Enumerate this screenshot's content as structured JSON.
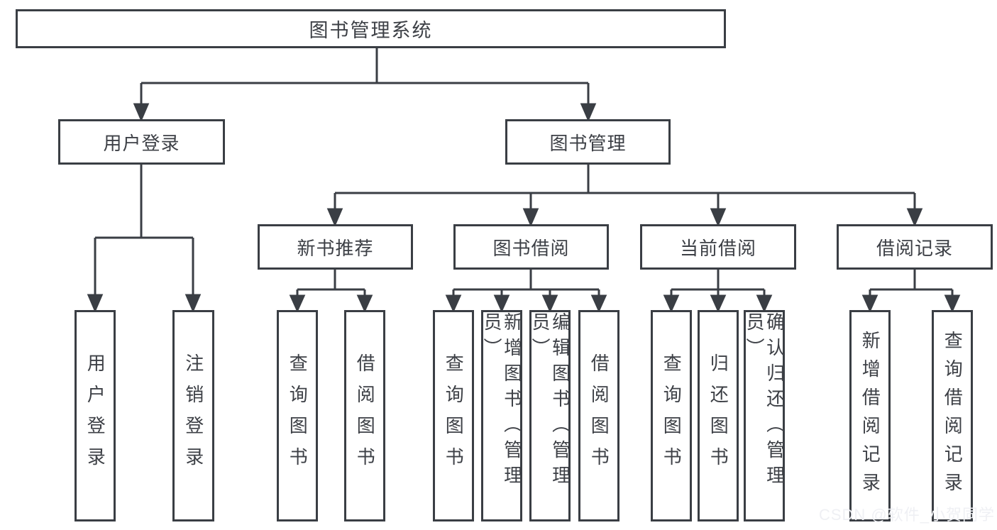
{
  "diagram": {
    "root": {
      "label": "图书管理系统"
    },
    "level2": [
      {
        "label": "用户登录"
      },
      {
        "label": "图书管理"
      }
    ],
    "level3": [
      {
        "label": "新书推荐"
      },
      {
        "label": "图书借阅"
      },
      {
        "label": "当前借阅"
      },
      {
        "label": "借阅记录"
      }
    ],
    "leaves": {
      "user_login_group": [
        {
          "label": "用户登录"
        },
        {
          "label": "注销登录"
        }
      ],
      "new_book_group": [
        {
          "label": "查询图书"
        },
        {
          "label": "借阅图书"
        }
      ],
      "book_borrow_group": [
        {
          "label": "查询图书"
        },
        {
          "label": "新增图书（管理员）"
        },
        {
          "label": "编辑图书（管理员）"
        },
        {
          "label": "借阅图书"
        }
      ],
      "current_borrow_group": [
        {
          "label": "查询图书"
        },
        {
          "label": "归还图书"
        },
        {
          "label": "确认归还（管理员）"
        }
      ],
      "borrow_record_group": [
        {
          "label": "新增借阅记录"
        },
        {
          "label": "查询借阅记录"
        }
      ]
    }
  },
  "watermark": {
    "text": "CSDN @软件_小贺同学"
  },
  "colors": {
    "line": "#3a3e44",
    "text": "#3d4046",
    "background": "#ffffff",
    "watermark_text": "#eff0f4"
  }
}
